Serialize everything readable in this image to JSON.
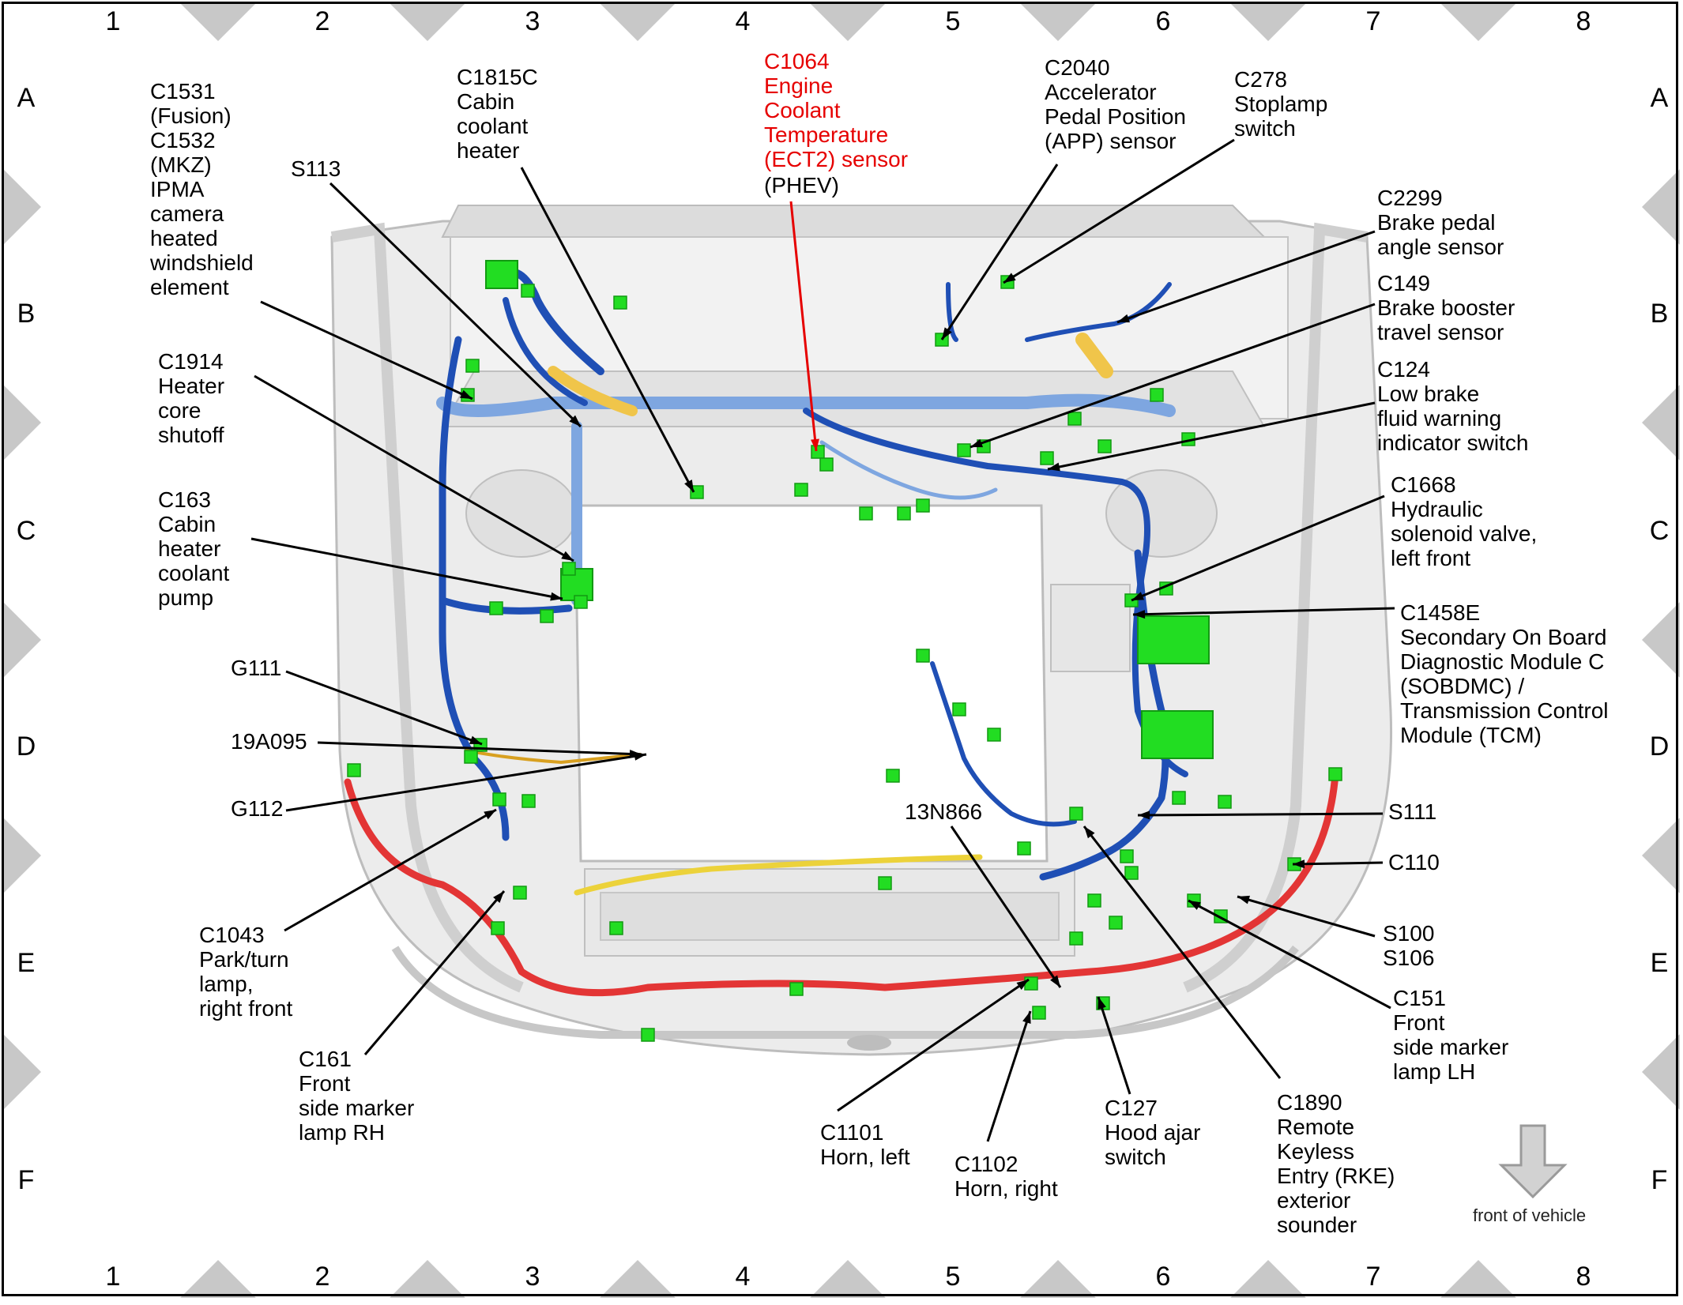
{
  "grid": {
    "columns": [
      "1",
      "2",
      "3",
      "4",
      "5",
      "6",
      "7",
      "8"
    ],
    "rows": [
      "A",
      "B",
      "C",
      "D",
      "E",
      "F"
    ]
  },
  "callouts": {
    "c1531": "C1531\n(Fusion)\nC1532\n(MKZ)\nIPMA\ncamera\nheated\nwindshield\nelement",
    "s113": "S113",
    "c1815c": "C1815C\nCabin\ncoolant\nheater",
    "c1064_red": "C1064\nEngine\nCoolant\nTemperature\n(ECT2) sensor",
    "c1064_phev": "(PHEV)",
    "c2040": "C2040\nAccelerator\nPedal Position\n(APP) sensor",
    "c278": "C278\nStoplamp\nswitch",
    "c2299": "C2299\nBrake pedal\nangle sensor",
    "c149": "C149\nBrake booster\ntravel sensor",
    "c124": "C124\nLow brake\nfluid warning\nindicator switch",
    "c1914": "C1914\nHeater\ncore\nshutoff",
    "c163": "C163\nCabin\nheater\ncoolant\npump",
    "c1668": "C1668\nHydraulic\nsolenoid valve,\nleft front",
    "c1458e": "C1458E\nSecondary On Board\nDiagnostic Module C\n(SOBDMC) /\nTransmission Control\nModule (TCM)",
    "g111": "G111",
    "a19a095": "19A095",
    "g112": "G112",
    "n13n866": "13N866",
    "s111": "S111",
    "c110": "C110",
    "s100": "S100\nS106",
    "c1043": "C1043\nPark/turn\nlamp,\nright front",
    "c151": "C151\nFront\nside marker\nlamp LH",
    "c161": "C161\nFront\nside marker\nlamp RH",
    "c1101": "C1101\nHorn, left",
    "c1102": "C1102\nHorn, right",
    "c127": "C127\nHood ajar\nswitch",
    "c1890": "C1890\nRemote\nKeyless\nEntry (RKE)\nexterior\nsounder"
  },
  "front_of_vehicle": "front of vehicle",
  "colors": {
    "connector": "#22dd22",
    "harness_main": "#1f4fb5",
    "harness_light": "#7ea6e0",
    "harness_red": "#e33535",
    "harness_yellow": "#ecd23a",
    "body": "#e6e6e6",
    "highlight": "#e60000",
    "grid_triangle": "#c8c8c8"
  }
}
